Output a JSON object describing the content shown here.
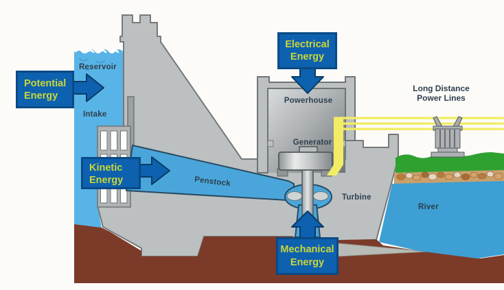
{
  "diagram": {
    "subject": "hydroelectric-dam-energy-flow",
    "labels": {
      "reservoir": "Reservoir",
      "intake": "Intake",
      "penstock": "Penstock",
      "powerhouse": "Powerhouse",
      "generator": "Generator",
      "turbine": "Turbine",
      "river": "River",
      "power_lines_line1": "Long Distance",
      "power_lines_line2": "Power Lines"
    },
    "energy_boxes": {
      "potential": {
        "line1": "Potential",
        "line2": "Energy",
        "arrow_direction": "right"
      },
      "kinetic": {
        "line1": "Kinetic",
        "line2": "Energy",
        "arrow_direction": "right"
      },
      "electrical": {
        "line1": "Electrical",
        "line2": "Energy",
        "arrow_direction": "down"
      },
      "mechanical": {
        "line1": "Mechanical",
        "line2": "Energy",
        "arrow_direction": "up"
      }
    },
    "colors": {
      "reservoir_water": "#58b4e6",
      "penstock_water": "#4aa6da",
      "river_water": "#3d9fd3",
      "ground_brown": "#7c3a28",
      "grass_green": "#2fa131",
      "shore_tan": "#caa06a",
      "concrete_gray": "#bcc0c1",
      "box_fill_blue": "#0e61ae",
      "box_border_blue": "#0a4a86",
      "box_text_yellow": "#c9d73a",
      "power_line_yellow": "#f2ec66",
      "label_text": "#2e3f4e"
    }
  }
}
